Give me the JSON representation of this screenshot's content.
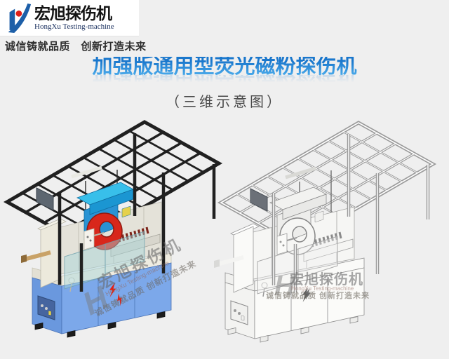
{
  "page": {
    "background": "#efefef"
  },
  "header": {
    "logo": {
      "brand_cn": "宏旭探伤机",
      "brand_en": "HongXu Testing-machine"
    },
    "slogan": "诚信铸就品质　创新打造未来"
  },
  "title": {
    "text": "加强版通用型荧光磁粉探伤机"
  },
  "subtitle": {
    "text": "（三维示意图）"
  },
  "colors": {
    "page_bg": "#efefef",
    "title_top": "#1a77cc",
    "title_bottom": "#4fb0ee",
    "subtitle_text": "#4a4a4a",
    "slogan_text": "#2e2e2e",
    "logo_blue": "#1d5fa8",
    "logo_red": "#e01f18"
  },
  "icons": {
    "hongxu-logo-icon": "stylized blue H swoosh with red dot",
    "lightning-bolt-icon": "red lightning flash on cabinet door"
  },
  "figures": {
    "left": {
      "style": "colored",
      "watermark_layout": "diagonal"
    },
    "right": {
      "style": "outline",
      "watermark_layout": "horizontal"
    },
    "watermark": {
      "h_glyph": "H",
      "brand_cn": "宏旭探伤机",
      "brand_en": "HongXu Testing-machine",
      "slogan": "诚信铸就品质 创新打造未来"
    },
    "palettes": {
      "colored": {
        "frame": "#202020",
        "tube": false,
        "rod": "#2b2b2b",
        "lamp": "#e9e9e3",
        "slab": "#5d6670",
        "slabStroke": "#39414b",
        "bandFront": "#efece1",
        "bandSide": "#e3e0d4",
        "bandStroke": "#c6c3b4",
        "cabFront": "#7ca8ea",
        "cabSide": "#6a98de",
        "cabStroke": "#4a72b4",
        "seam": "#5580c0",
        "connFill": "#46659f",
        "connStroke": "#2e4a7a",
        "connDetail": "#cfcfcf",
        "feet": "#1c1c1c",
        "feetStroke": "#111111",
        "deckBack": "#e4e2d9",
        "deckStroke": "#bdbab0",
        "panelCream": "#ece9dc",
        "panelLedge": "#f6f4ea",
        "panelStroke": "#b9b6a8",
        "wood": "#c9a267",
        "woodTip": "#8d6a38",
        "headTop": "#38bfea",
        "headSide": "#1b96d2",
        "headBody": "#2a93d4",
        "headStroke": "#0f6da0",
        "yellow": "#e5d14b",
        "railFill": "#d8d6cd",
        "railStroke": "#a5a39a",
        "winding": "#7c241a",
        "coilFill": "#d8271b",
        "coilStroke": "#8f1a10",
        "glassFill": "rgba(165,212,218,0.45)",
        "glassStroke": "rgba(110,160,172,0.75)",
        "pendant": "#f4f2ec",
        "pendantDot": "#777777",
        "bolt": "#e02113",
        "wmMain": "rgba(100,100,100,0.55)",
        "wmEn": "rgba(146,103,94,0.6)",
        "wmSlogan": "rgba(105,100,92,0.55)",
        "wmH": "rgba(120,120,120,0.45)",
        "wmBolt": "#d8251a"
      },
      "outline": {
        "frame": "#9b9b9b",
        "tube": true,
        "rod": "#6e6e6e",
        "lamp": "#d9d9d5",
        "slab": "#6b7078",
        "slabStroke": "#4a4f57",
        "bandFront": "#fafaf8",
        "bandSide": "#f0f0ee",
        "bandStroke": "#8f8f8f",
        "cabFront": "#fbfbf9",
        "cabSide": "#f3f3f1",
        "cabStroke": "#8f8f8f",
        "seam": "#a2a2a2",
        "connFill": "#f0f0ee",
        "connStroke": "#8a8a8a",
        "connDetail": "#9a9a9a",
        "feet": "#ececea",
        "feetStroke": "#8a8a8a",
        "deckBack": "#f6f6f4",
        "deckStroke": "#a4a4a2",
        "panelCream": "#fafaf8",
        "panelLedge": "#ffffff",
        "panelStroke": "#9a9a9a",
        "wood": "#f4f4f2",
        "woodTip": "#d9d9d7",
        "headTop": "#f2f2f0",
        "headSide": "#e9e9e7",
        "headBody": "#ededeb",
        "headStroke": "#8a8a8a",
        "yellow": "#f0f0ee",
        "railFill": "#f5f5f3",
        "railStroke": "#9a9a9a",
        "winding": "#8a8a8a",
        "coilFill": "#f6f6f4",
        "coilStroke": "#858585",
        "glassFill": "rgba(242,242,242,0.35)",
        "glassStroke": "#aaaaaa",
        "pendant": "#fafaf8",
        "pendantDot": "#9a9a9a",
        "bolt": "#5f5f5f",
        "wmMain": "rgba(110,110,110,0.6)",
        "wmEn": "rgba(150,110,100,0.6)",
        "wmSlogan": "rgba(110,105,95,0.6)",
        "wmH": "rgba(125,125,125,0.5)",
        "wmBolt": "#6a6a6a"
      }
    }
  }
}
